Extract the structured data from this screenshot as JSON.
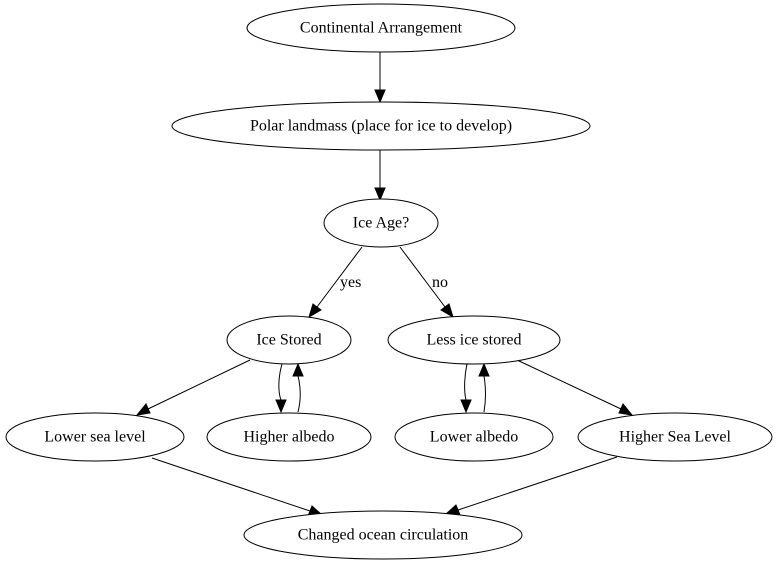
{
  "diagram": {
    "nodes": {
      "continental": "Continental Arrangement",
      "polar": "Polar landmass (place for ice to develop)",
      "iceage": "Ice Age?",
      "icestored": "Ice Stored",
      "lessice": "Less ice stored",
      "lowersea": "Lower sea level",
      "higheralbedo": "Higher albedo",
      "loweralbedo": "Lower albedo",
      "highersea": "Higher Sea Level",
      "ocean": "Changed ocean circulation"
    },
    "edge_labels": {
      "yes": "yes",
      "no": "no"
    }
  }
}
